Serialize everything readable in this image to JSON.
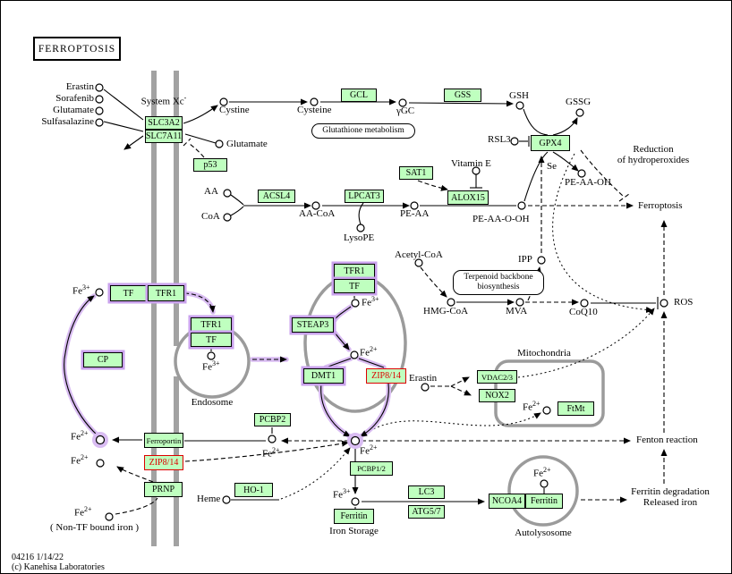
{
  "title": "FERROPTOSIS",
  "footer": {
    "map_info": "04216 1/14/22",
    "copyright": "(c) Kanehisa Laboratories"
  },
  "inhibitor_inputs": {
    "erastin": "Erastin",
    "sorafenib": "Sorafenib",
    "glutamate": "Glutamate",
    "sulfasalazine": "Sulfasalazine"
  },
  "labels": {
    "system_xc": {
      "base": "System Xc",
      "sup": "-"
    },
    "cystine": "Cystine",
    "cysteine": "Cysteine",
    "ygc": "γGC",
    "gsh": "GSH",
    "gssg": "GSSG",
    "rsl3": "RSL3",
    "se": "Se",
    "pe_aa_oh": "PE-AA-OH",
    "reduction_1": "Reduction",
    "reduction_2": "of hydroperoxides",
    "vitamin_e": "Vitamin E",
    "glutamate_in": "Glutamate",
    "ferroptosis": "Ferroptosis",
    "aa": "AA",
    "coa": "CoA",
    "aa_coa": "AA-CoA",
    "lysope": "LysoPE",
    "pe_aa": "PE-AA",
    "pe_aa_o_oh": "PE-AA-O-OH",
    "acetyl_coa": "Acetyl-CoA",
    "hmg_coa": "HMG-CoA",
    "mva": "MVA",
    "ipp": "IPP",
    "coq10": "CoQ10",
    "ros": "ROS",
    "erastin_mid": "Erastin",
    "heme": "Heme",
    "fe2": {
      "base": "Fe",
      "sup": "2+"
    },
    "fe3": {
      "base": "Fe",
      "sup": "3+"
    },
    "endosome": "Endosome",
    "mitochondria": "Mitochondria",
    "autolysosome": "Autolysosome",
    "fenton": "Fenton reaction",
    "ferritin_degradation": "Ferritin degradation",
    "released_iron": "Released iron",
    "iron_storage": "Iron Storage",
    "non_tf": "( Non-TF bound iron )"
  },
  "genes": {
    "slc3a2": "SLC3A2",
    "slc7a11": "SLC7A11",
    "p53": "p53",
    "gcl": "GCL",
    "gss": "GSS",
    "gpx4": "GPX4",
    "sat1": "SAT1",
    "alox15": "ALOX15",
    "acsl4": "ACSL4",
    "lpcat3": "LPCAT3",
    "tf": "TF",
    "tfr1": "TFR1",
    "cp": "CP",
    "steap3": "STEAP3",
    "dmt1": "DMT1",
    "zip814": "ZIP8/14",
    "vdac23": "VDAC2/3",
    "nox2": "NOX2",
    "ftmt": "FtMt",
    "pcbp2": "PCBP2",
    "ferroportin": "Ferroportin",
    "prnp": "PRNP",
    "ho1": "HO-1",
    "pcbp12": "PCBP1/2",
    "ferritin": "Ferritin",
    "lc3": "LC3",
    "atg57": "ATG5/7",
    "ncoa4": "NCOA4"
  },
  "pathway_links": {
    "glutathione": "Glutathione metabolism",
    "terpenoid_1": "Terpenoid backbone",
    "terpenoid_2": "biosynthesis"
  },
  "colors": {
    "gene_box_fill": "#bfffbf",
    "highlight_purple": "#c9a2ec",
    "highlight_red": "#dd0000",
    "membrane_gray": "#a2a2a2",
    "organelle_gray": "#9b9b9b"
  }
}
